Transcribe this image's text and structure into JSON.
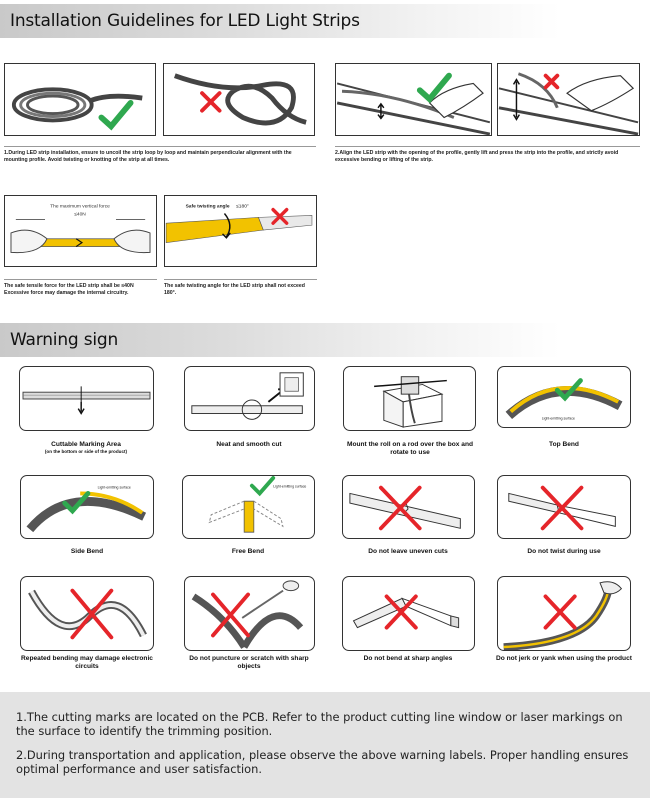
{
  "installation": {
    "title": "Installation Guidelines for LED Light Strips",
    "captions": {
      "uncoil": "1.During LED strip installation, ensure to uncoil the strip loop by loop and maintain perpendicular alignment with the mounting profile.  Avoid twisting or knotting of the strip at all times.",
      "align": "2.Align the LED strip with the opening of the profile, gently lift and press the strip into the profile, and strictly avoid excessive bending or lifting of the strip.",
      "force": "The safe tensile force for the LED strip shall be ≤40N Excessive force may damage the internal circuitry.",
      "twist": "The safe twisting angle for the LED strip shall not exceed 180°."
    },
    "labels": {
      "max_force": "The maximum vertical force",
      "force_value": "≤40N",
      "safe_twist": "Safe twisting angle",
      "twist_value": "≤180°"
    }
  },
  "warning": {
    "title": "Warning sign",
    "light_surface": "Light-emitting surface",
    "items": [
      {
        "label": "Cuttable Marking Area",
        "sub": "(on the bottom or side of the product)"
      },
      {
        "label": "Neat and smooth cut",
        "sub": ""
      },
      {
        "label": "Mount the roll on a rod over the box and rotate to use",
        "sub": ""
      },
      {
        "label": "Top Bend",
        "sub": ""
      },
      {
        "label": "Side Bend",
        "sub": ""
      },
      {
        "label": "Free Bend",
        "sub": ""
      },
      {
        "label": "Do not leave uneven cuts",
        "sub": ""
      },
      {
        "label": "Do not twist during use",
        "sub": ""
      },
      {
        "label": "Repeated bending may damage electronic circuits",
        "sub": ""
      },
      {
        "label": "Do not puncture or scratch with sharp objects",
        "sub": ""
      },
      {
        "label": "Do not bend at sharp angles",
        "sub": ""
      },
      {
        "label": "Do not jerk or yank when using the product",
        "sub": ""
      }
    ]
  },
  "notes": [
    "1.The cutting marks are located on the PCB. Refer to the product cutting line window or laser markings on the surface to identify the trimming position.",
    "2.During transportation and application, please observe the above warning labels. Proper handling ensures optimal performance and user satisfaction."
  ],
  "colors": {
    "check": "#2fa84f",
    "cross": "#e5252a",
    "strip": "#f2c200"
  }
}
